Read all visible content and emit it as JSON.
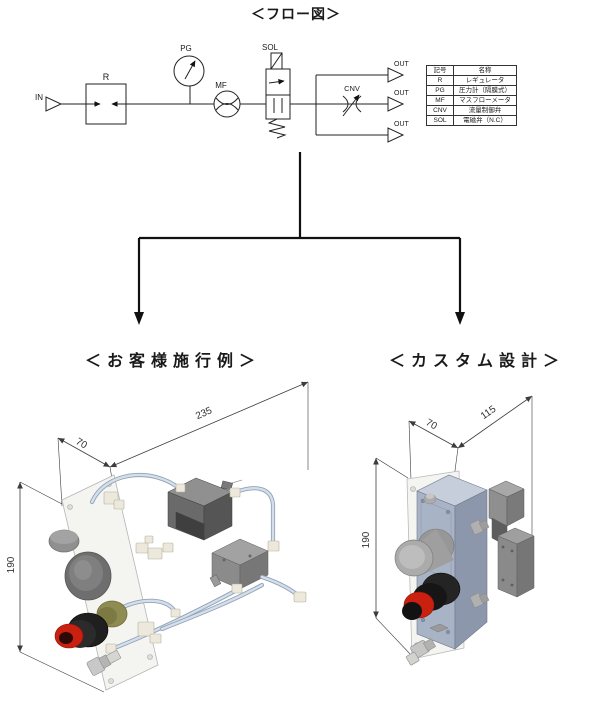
{
  "page": {
    "title": "＜フロー図＞"
  },
  "flow_diagram": {
    "labels": {
      "in": "IN",
      "r": "R",
      "pg": "PG",
      "mf": "MF",
      "sol": "SOL",
      "cnv": "CNV",
      "out_top": "OUT",
      "out_mid": "OUT",
      "out_bottom": "OUT"
    },
    "legend": {
      "headers": [
        "記号",
        "名称"
      ],
      "rows": [
        [
          "R",
          "レギュレータ"
        ],
        [
          "PG",
          "圧力計（隔膜式）"
        ],
        [
          "MF",
          "マスフローメータ"
        ],
        [
          "CNV",
          "流量制御弁"
        ],
        [
          "SOL",
          "電磁弁（N.C）"
        ]
      ]
    }
  },
  "examples": {
    "left": {
      "heading": "＜お客様施行例＞",
      "dimensions": {
        "depth": "70",
        "width": "235",
        "height": "190"
      }
    },
    "right": {
      "heading": "＜カスタム設計＞",
      "dimensions": {
        "depth": "70",
        "width": "115",
        "height": "190"
      }
    }
  },
  "colors": {
    "line": "#1a1a1a",
    "dim": "#3c3c3c",
    "plate": "#f4f4f1",
    "block_top": "#c6cedb",
    "block_front": "#a9b3c6",
    "block_side": "#8d97ab",
    "tube_core": "#d6dfe9",
    "tube_edge": "#8fa3ba",
    "fitting": "#ece9dc",
    "red_knob": "#c9200f",
    "olive": "#8e8c52",
    "dark_knob": "#1f1f1f",
    "gray_component": "#8c8c8c"
  }
}
